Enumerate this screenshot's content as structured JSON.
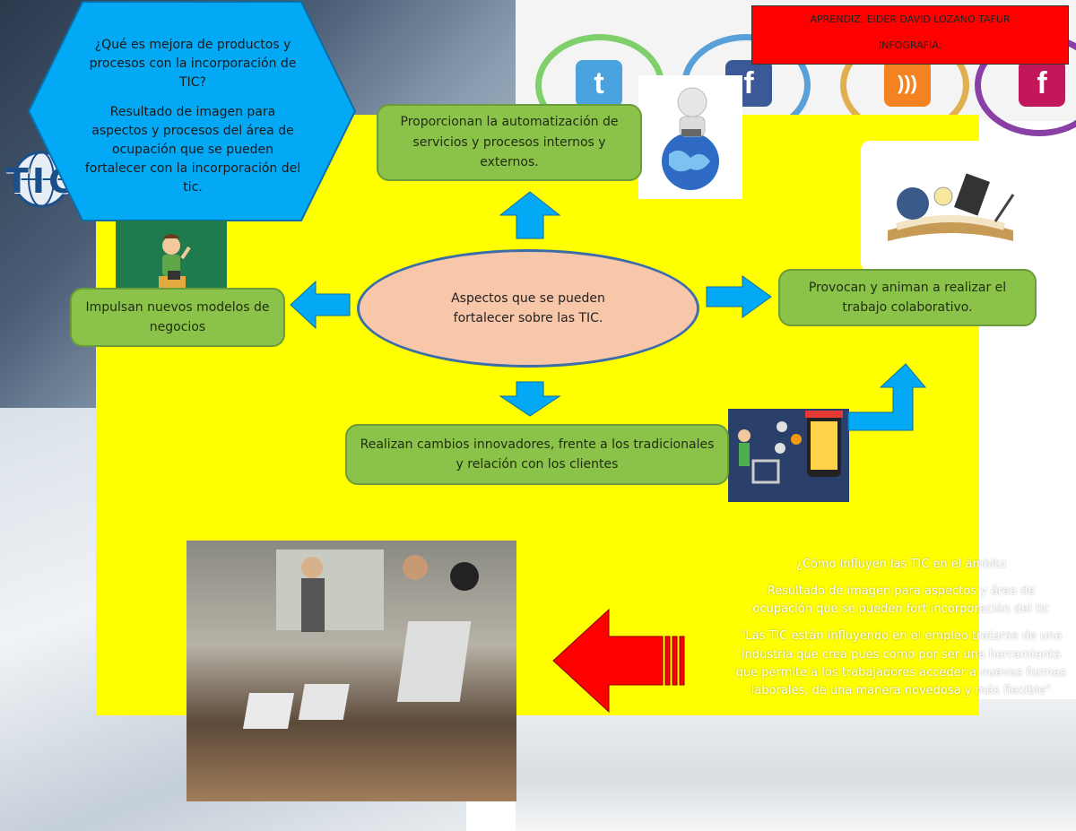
{
  "author_box": {
    "line1": "APRENDIZ. EIDER DAVID LOZANO TAFUR",
    "line2": "INFOGRAFIA."
  },
  "hexagon": {
    "question": "¿Qué es mejora de productos y procesos con la incorporación de TIC?",
    "answer": "Resultado de imagen para aspectos y procesos del área de ocupación que se pueden fortalecer con la incorporación del tic."
  },
  "tic_logo": "TIC",
  "center_oval": "Aspectos que se pueden fortalecer sobre las TIC.",
  "boxes": {
    "top": "Proporcionan la automatización de servicios y procesos internos y externos.",
    "left": "Impulsan nuevos modelos de negocios",
    "right": "Provocan y animan a realizar el trabajo colaborativo.",
    "bottom": "Realizan cambios innovadores, frente a los tradicionales y relación con los clientes"
  },
  "overlay_text": {
    "question": "¿Cómo influyen las TIC en el ámbito",
    "result": "Resultado de imagen para aspectos y área de ocupación que se pueden fort incorporación del tic",
    "quote": "\"Las TIC están influyendo en el empleo tratarse de una industria que crea pues como por ser una herramienta que permite a los trabajadores acceder a nuevas formas laborales, de una manera novedosa y más flexible\""
  },
  "colors": {
    "yellow": "#ffff00",
    "hexagon": "#03a9f4",
    "green_box": "#8bc34a",
    "oval": "#f8c6a8",
    "arrow_blue": "#03a9f4",
    "arrow_red": "#ff0000",
    "author_red": "#ff0000"
  },
  "icons": [
    "twitter-icon",
    "facebook-icon",
    "rss-icon",
    "facebook-icon"
  ]
}
